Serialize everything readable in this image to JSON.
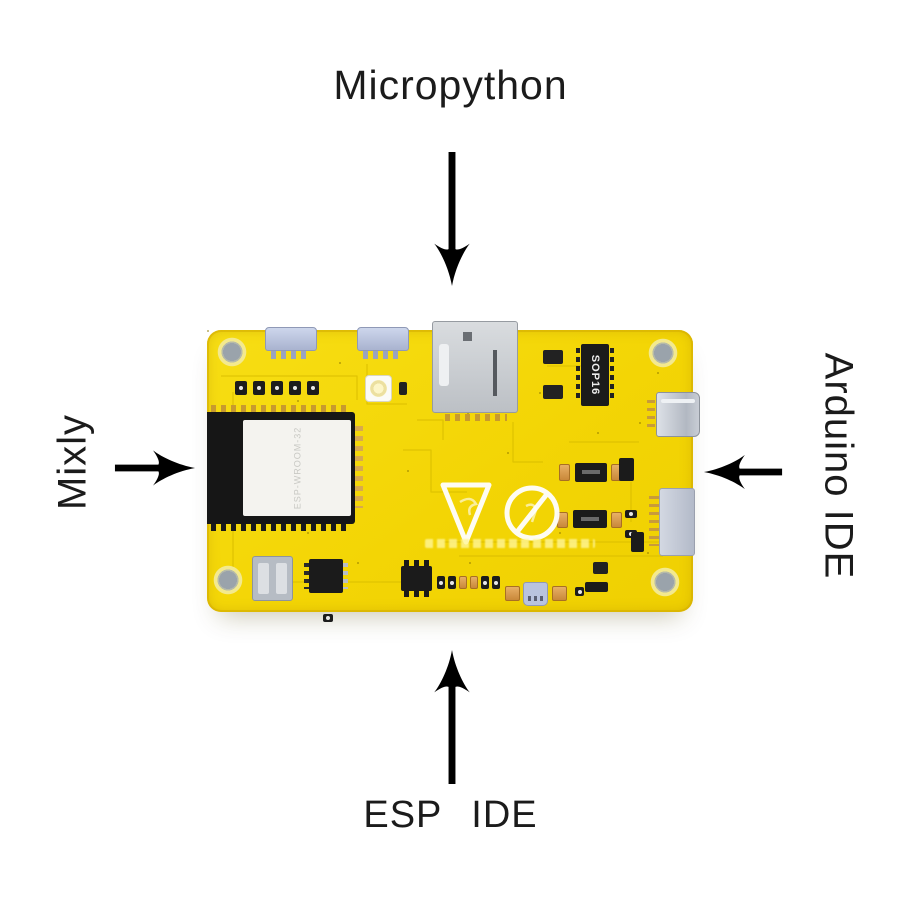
{
  "diagram": {
    "label_top": "Micropython",
    "label_left": "Mixly",
    "label_right": "Arduino IDE",
    "label_bottom": "ESP IDE"
  },
  "board": {
    "wifi_module_label": "ESP-WROOM-32",
    "flash_chip_label": "SOP16"
  },
  "icons": {
    "arrows": [
      "arrow-down",
      "arrow-right",
      "arrow-left",
      "arrow-up"
    ],
    "silkscreen": [
      "recycle-triangle",
      "no-dispose-circle"
    ]
  },
  "colors": {
    "background": "#ffffff",
    "label_text": "#1b1b1b",
    "arrow": "#000000",
    "pcb_yellow": "#f3d505",
    "pcb_trace": "#d9bd00",
    "module_black": "#161616",
    "module_label_bg": "#f4f3ef",
    "module_label_text": "#c9c9c4",
    "chip_black": "#1b1b1b",
    "chip_text": "#ededed",
    "metal_silver": "#c9cdd2",
    "connector_blue": "#b9c3de",
    "gold": "#d8a94e",
    "hole_gray": "#9aa3ab",
    "silkscreen_white": "#ffffff"
  }
}
